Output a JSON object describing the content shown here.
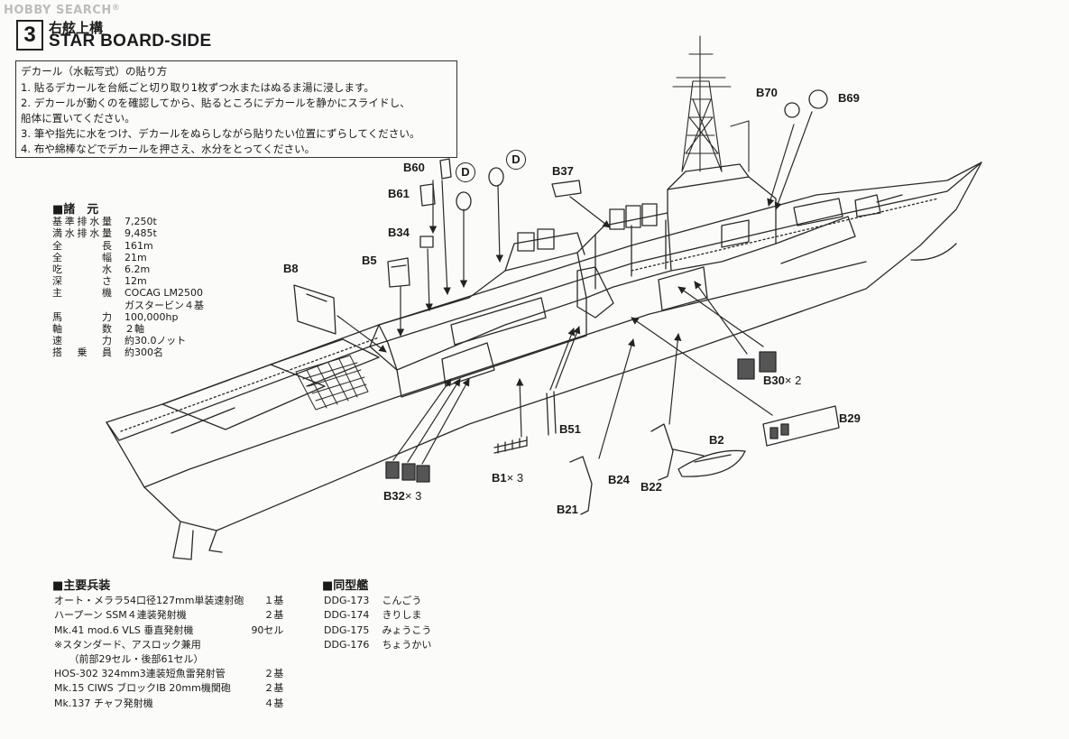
{
  "watermark": {
    "text": "HOBBY SEARCH",
    "reg": "®"
  },
  "step": {
    "number": "3",
    "title_jp": "右舷上構",
    "title_en": "STAR BOARD-SIDE"
  },
  "instructions": {
    "title": "デカール（水転写式）の貼り方",
    "lines": [
      "1.  貼るデカールを台紙ごと切り取り1枚ずつ水またはぬるま湯に浸します。",
      "2.  デカールが動くのを確認してから、貼るところにデカールを静かにスライドし、",
      "      船体に置いてください。",
      "3.  筆や指先に水をつけ、デカールをぬらしながら貼りたい位置にずらしてください。",
      "4.  布や綿棒などでデカールを押さえ、水分をとってください。"
    ]
  },
  "specs": {
    "heading": "■諸　元",
    "rows": [
      {
        "k": "基準排水量",
        "v": "7,250t"
      },
      {
        "k": "満水排水量",
        "v": "9,485t"
      },
      {
        "k": "全長",
        "v": "161m"
      },
      {
        "k": "全幅",
        "v": "21m"
      },
      {
        "k": "吃水",
        "v": "6.2m"
      },
      {
        "k": "深さ",
        "v": "12m"
      },
      {
        "k": "主機",
        "v": "COCAG LM2500"
      },
      {
        "k": "",
        "v": "ガスタービン４基"
      },
      {
        "k": "馬力",
        "v": "100,000hp"
      },
      {
        "k": "軸数",
        "v": "２軸"
      },
      {
        "k": "速力",
        "v": "約30.0ノット"
      },
      {
        "k": "搭乗員",
        "v": "約300名"
      }
    ]
  },
  "armament": {
    "heading": "■主要兵装",
    "rows": [
      {
        "k": "オート・メララ54口径127mm単装速射砲",
        "v": "１基"
      },
      {
        "k": "ハープーン SSM４連装発射機",
        "v": "２基"
      },
      {
        "k": "Mk.41 mod.6 VLS 垂直発射機",
        "v": "90セル"
      },
      {
        "k": "※スタンダード、アスロック兼用",
        "v": ""
      },
      {
        "k": "　　（前部29セル・後部61セル）",
        "v": ""
      },
      {
        "k": "HOS-302 324mm3連装短魚雷発射管",
        "v": "２基"
      },
      {
        "k": "Mk.15 CIWS ブロックIB 20mm機関砲",
        "v": "２基"
      },
      {
        "k": "Mk.137 チャフ発射機",
        "v": "４基"
      }
    ]
  },
  "sister_ships": {
    "heading": "■同型艦",
    "rows": [
      {
        "code": "DDG-173",
        "name": "こんごう"
      },
      {
        "code": "DDG-174",
        "name": "きりしま"
      },
      {
        "code": "DDG-175",
        "name": "みょうこう"
      },
      {
        "code": "DDG-176",
        "name": "ちょうかい"
      }
    ]
  },
  "parts": {
    "b60": "B60",
    "b61": "B61",
    "b34": "B34",
    "b5": "B5",
    "b8": "B8",
    "b37": "B37",
    "b70": "B70",
    "b69": "B69",
    "b30": "B30",
    "b30q": "× 2",
    "b29": "B29",
    "b51": "B51",
    "b2": "B2",
    "b24": "B24",
    "b22": "B22",
    "b21": "B21",
    "b1": "B1",
    "b1q": "× 3",
    "b32": "B32",
    "b32q": "× 3",
    "d": "D"
  }
}
